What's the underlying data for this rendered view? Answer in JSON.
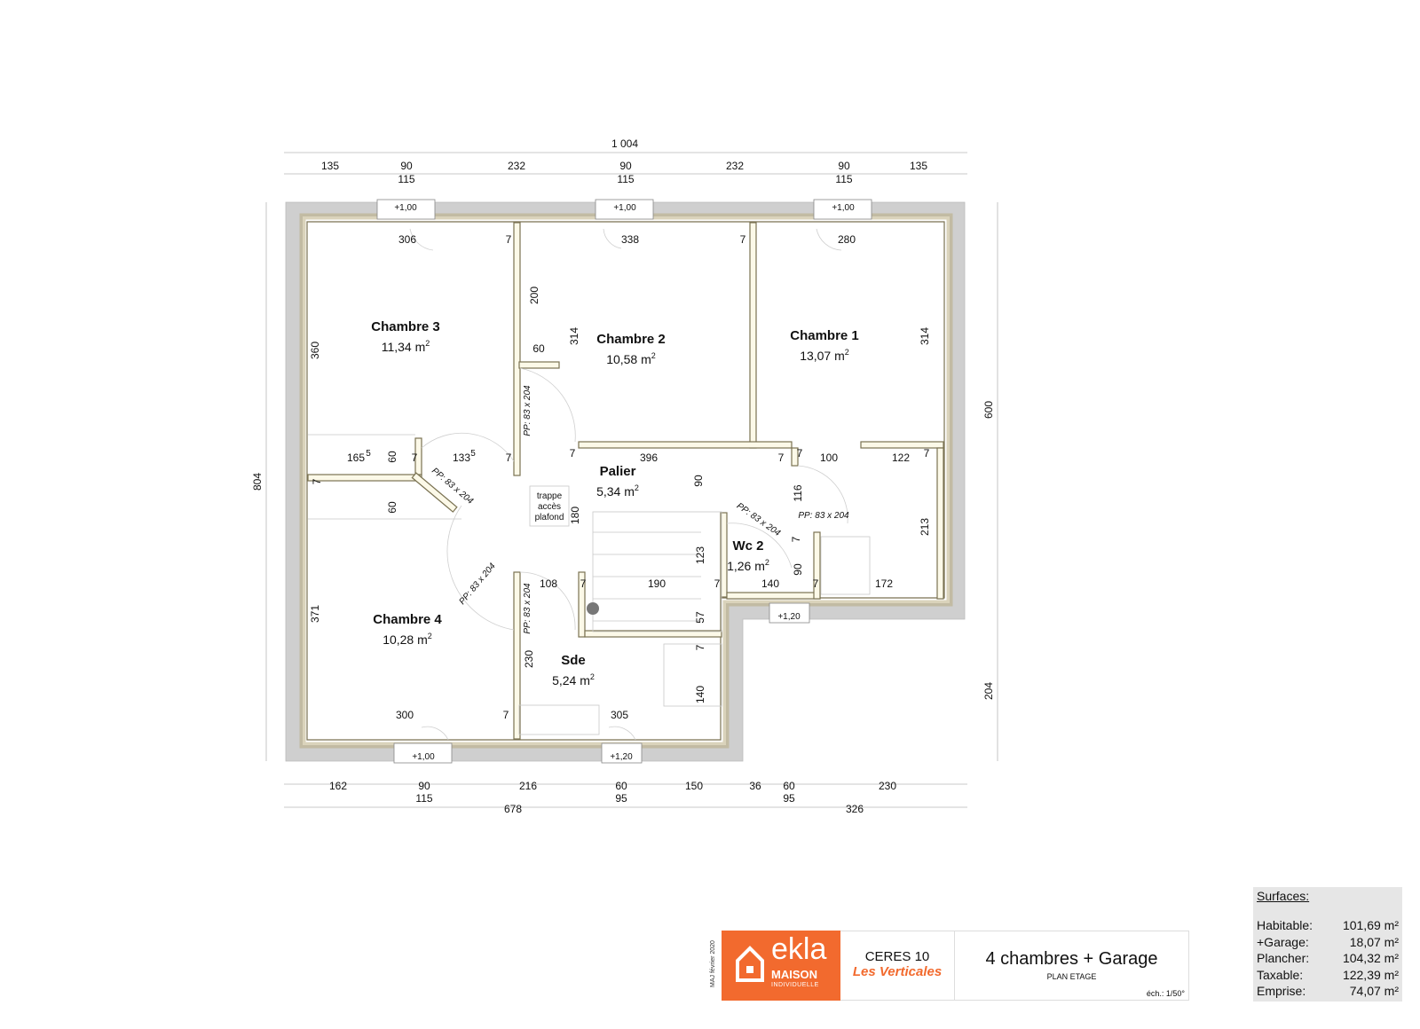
{
  "plan": {
    "total_width_dim": "1 004",
    "top_dims": [
      "135",
      "90",
      "232",
      "90",
      "232",
      "90",
      "135"
    ],
    "top_sub_dims": [
      "115",
      "115",
      "115"
    ],
    "left_dim": "804",
    "right_dims": [
      "600",
      "204"
    ],
    "bottom_dims": [
      "162",
      "90",
      "216",
      "60",
      "150",
      "36",
      "60",
      "230"
    ],
    "bottom_sub_dims": [
      "115",
      "95",
      "95"
    ],
    "bottom_totals": [
      "678",
      "326"
    ],
    "windows": [
      "+1,00",
      "+1,00",
      "+1,00",
      "+1,00",
      "+1,20",
      "+1,20"
    ],
    "rooms": [
      {
        "name": "Chambre 3",
        "area": "11,34 m",
        "exp": "2"
      },
      {
        "name": "Chambre 2",
        "area": "10,58 m",
        "exp": "2"
      },
      {
        "name": "Chambre 1",
        "area": "13,07 m",
        "exp": "2"
      },
      {
        "name": "Palier",
        "area": "5,34 m",
        "exp": "2"
      },
      {
        "name": "Wc 2",
        "area": "1,26 m",
        "exp": "2"
      },
      {
        "name": "Chambre 4",
        "area": "10,28 m",
        "exp": "2"
      },
      {
        "name": "Sde",
        "area": "5,24 m",
        "exp": "2"
      }
    ],
    "inner_dims": [
      "306",
      "7",
      "338",
      "7",
      "280",
      "200",
      "60",
      "314",
      "314",
      "360",
      "165",
      "5",
      "60",
      "7",
      "133",
      "5",
      "7",
      "7",
      "396",
      "7",
      "7",
      "100",
      "122",
      "7",
      "90",
      "116",
      "7",
      "180",
      "60",
      "213",
      "123",
      "7",
      "108",
      "7",
      "190",
      "7",
      "140",
      "7",
      "172",
      "90",
      "371",
      "57",
      "7",
      "230",
      "140",
      "300",
      "7",
      "305"
    ],
    "doors": [
      "PP: 83 x 204",
      "PP: 83 x 204",
      "PP: 83 x 204",
      "PP: 83 x 204",
      "PP: 83 x 204",
      "PP: 83 x 204"
    ],
    "trapdoor": [
      "trappe",
      "accès",
      "plafond"
    ]
  },
  "summary": {
    "title": "Surfaces:",
    "rows": [
      {
        "label": "Habitable:",
        "value": "101,69 m²"
      },
      {
        "label": "+Garage:",
        "value": "18,07 m²"
      },
      {
        "label": "Plancher:",
        "value": "104,32 m²"
      },
      {
        "label": "Taxable:",
        "value": "122,39 m²"
      },
      {
        "label": "Emprise:",
        "value": "74,07 m²"
      }
    ]
  },
  "titleblock": {
    "maj": "MAJ février 2020",
    "brand": "ekla",
    "maison": "MAISON",
    "individuelle": "INDIVIDUELLE",
    "model": "CERES 10",
    "range": "Les Verticales",
    "description": "4 chambres + Garage",
    "sheet": "PLAN ETAGE",
    "scale": "éch.: 1/50°"
  },
  "colors": {
    "brand": "#f26a2e",
    "wall_fill": "#fcf9e8",
    "outer_wall": "#cfcfcf"
  }
}
